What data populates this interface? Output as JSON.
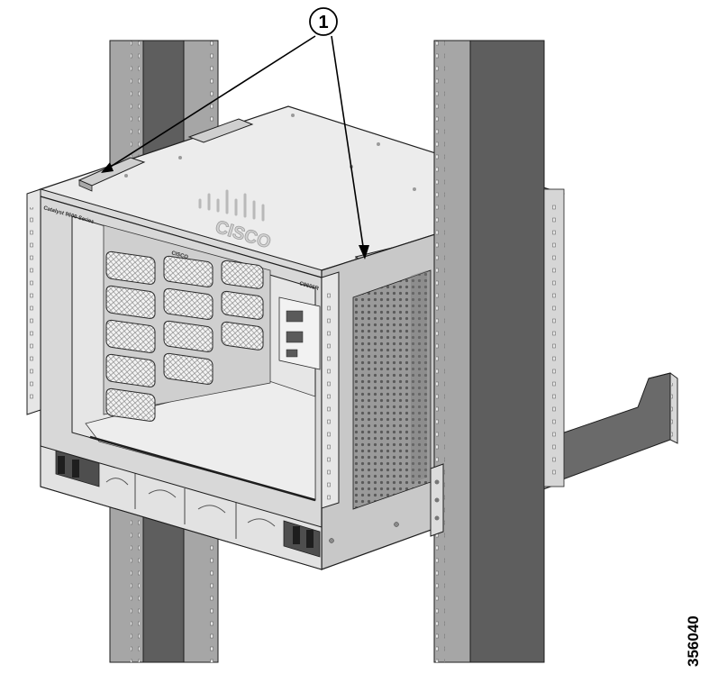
{
  "callout": {
    "number": "1"
  },
  "figure_id": "356040",
  "chassis": {
    "brand": "CISCO",
    "series_label": "Catalyst 9600 Series",
    "model_label": "C9606R"
  },
  "colors": {
    "rack_dark": "#5e5e5e",
    "rack_light": "#a7a7a7",
    "chassis_top": "#ececec",
    "chassis_front": "#d8d8d8",
    "chassis_side": "#c8c8c8",
    "vent": "#8a8a8a",
    "line": "#1e1e1e"
  }
}
